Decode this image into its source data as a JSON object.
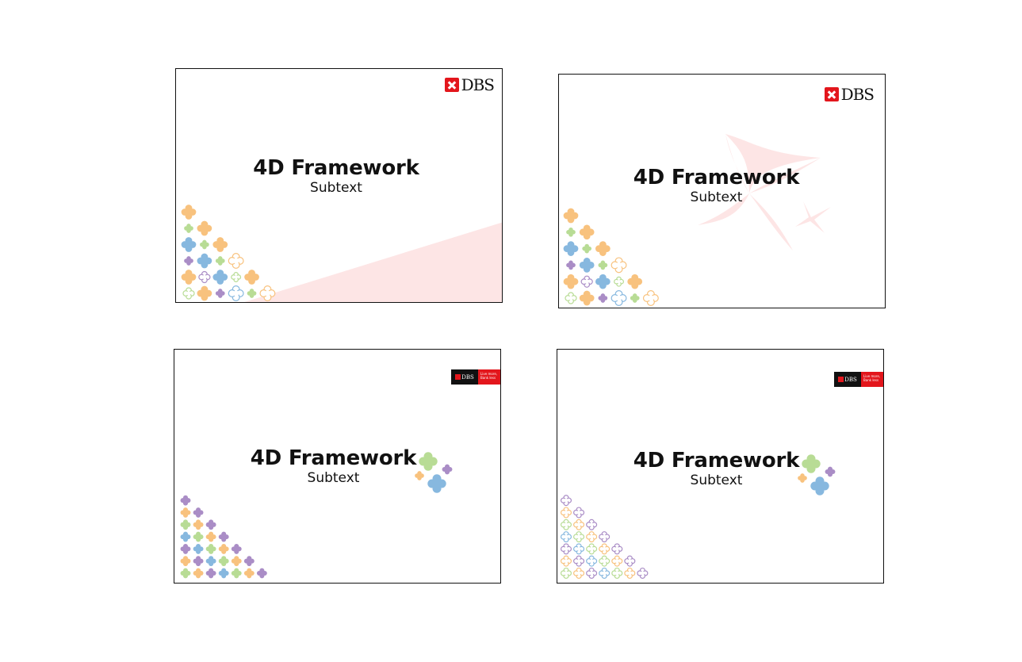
{
  "colors": {
    "orange": "#f8c27e",
    "green": "#b8dc95",
    "blue": "#87b8df",
    "purple": "#aa8dc6",
    "pink": "#fde5e5",
    "dbs_red": "#e3161c"
  },
  "slides": [
    {
      "title": "4D Framework",
      "subtitle": "Subtext",
      "logo_text": "DBS",
      "logo_style": "wordmark",
      "decoration": "pink-wedge"
    },
    {
      "title": "4D Framework",
      "subtitle": "Subtext",
      "logo_text": "DBS",
      "logo_style": "wordmark",
      "decoration": "pink-sparkle"
    },
    {
      "title": "4D Framework",
      "subtitle": "Subtext",
      "logo_text": "DBS",
      "logo_style": "banner",
      "banner_tagline": "Live more, Bank less",
      "decoration": "flower-cluster"
    },
    {
      "title": "4D Framework",
      "subtitle": "Subtext",
      "logo_text": "DBS",
      "logo_style": "banner",
      "banner_tagline": "Live more, Bank less",
      "decoration": "flower-cluster"
    }
  ]
}
